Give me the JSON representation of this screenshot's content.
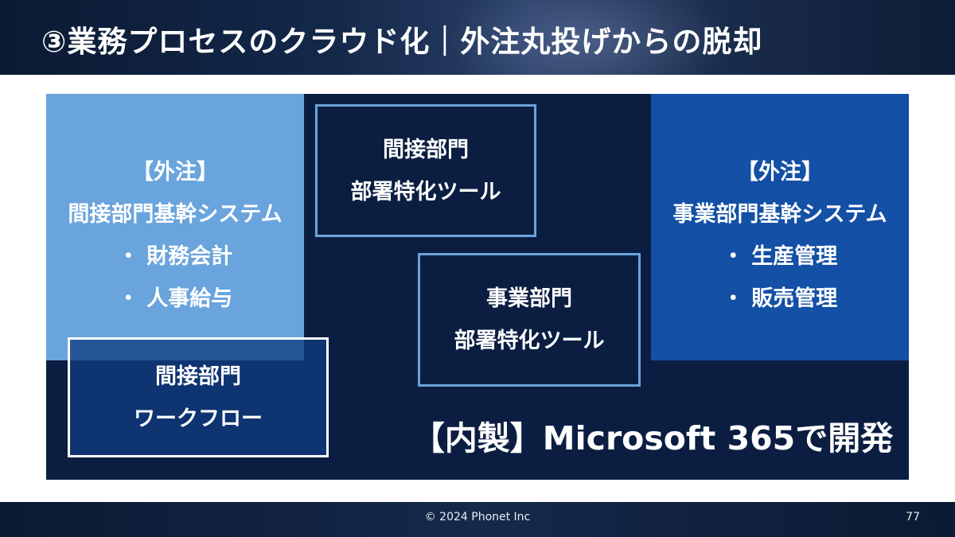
{
  "header": {
    "title": "③業務プロセスのクラウド化｜外注丸投げからの脱却"
  },
  "left_panel": {
    "lines": [
      "【外注】",
      "間接部門基幹システム",
      "・ 財務会計",
      "・ 人事給与"
    ]
  },
  "right_panel": {
    "lines": [
      "【外注】",
      "事業部門基幹システム",
      "・ 生産管理",
      "・ 販売管理"
    ]
  },
  "boxes": {
    "indirect_tools": [
      "間接部門",
      "部署特化ツール"
    ],
    "business_tools": [
      "事業部門",
      "部署特化ツール"
    ],
    "indirect_workflow": [
      "間接部門",
      "ワークフロー"
    ]
  },
  "inhouse_label": "【内製】Microsoft 365で開発",
  "footer": {
    "copyright": "© 2024 Phonet Inc",
    "page_number": "77"
  },
  "colors": {
    "header_bg": "#14284a",
    "diagram_bg": "#0b1e42",
    "left_panel": "#6aa4dc",
    "right_panel": "#1350a6",
    "box_border": "#6aa4dc",
    "workflow_border": "#ffffff"
  }
}
